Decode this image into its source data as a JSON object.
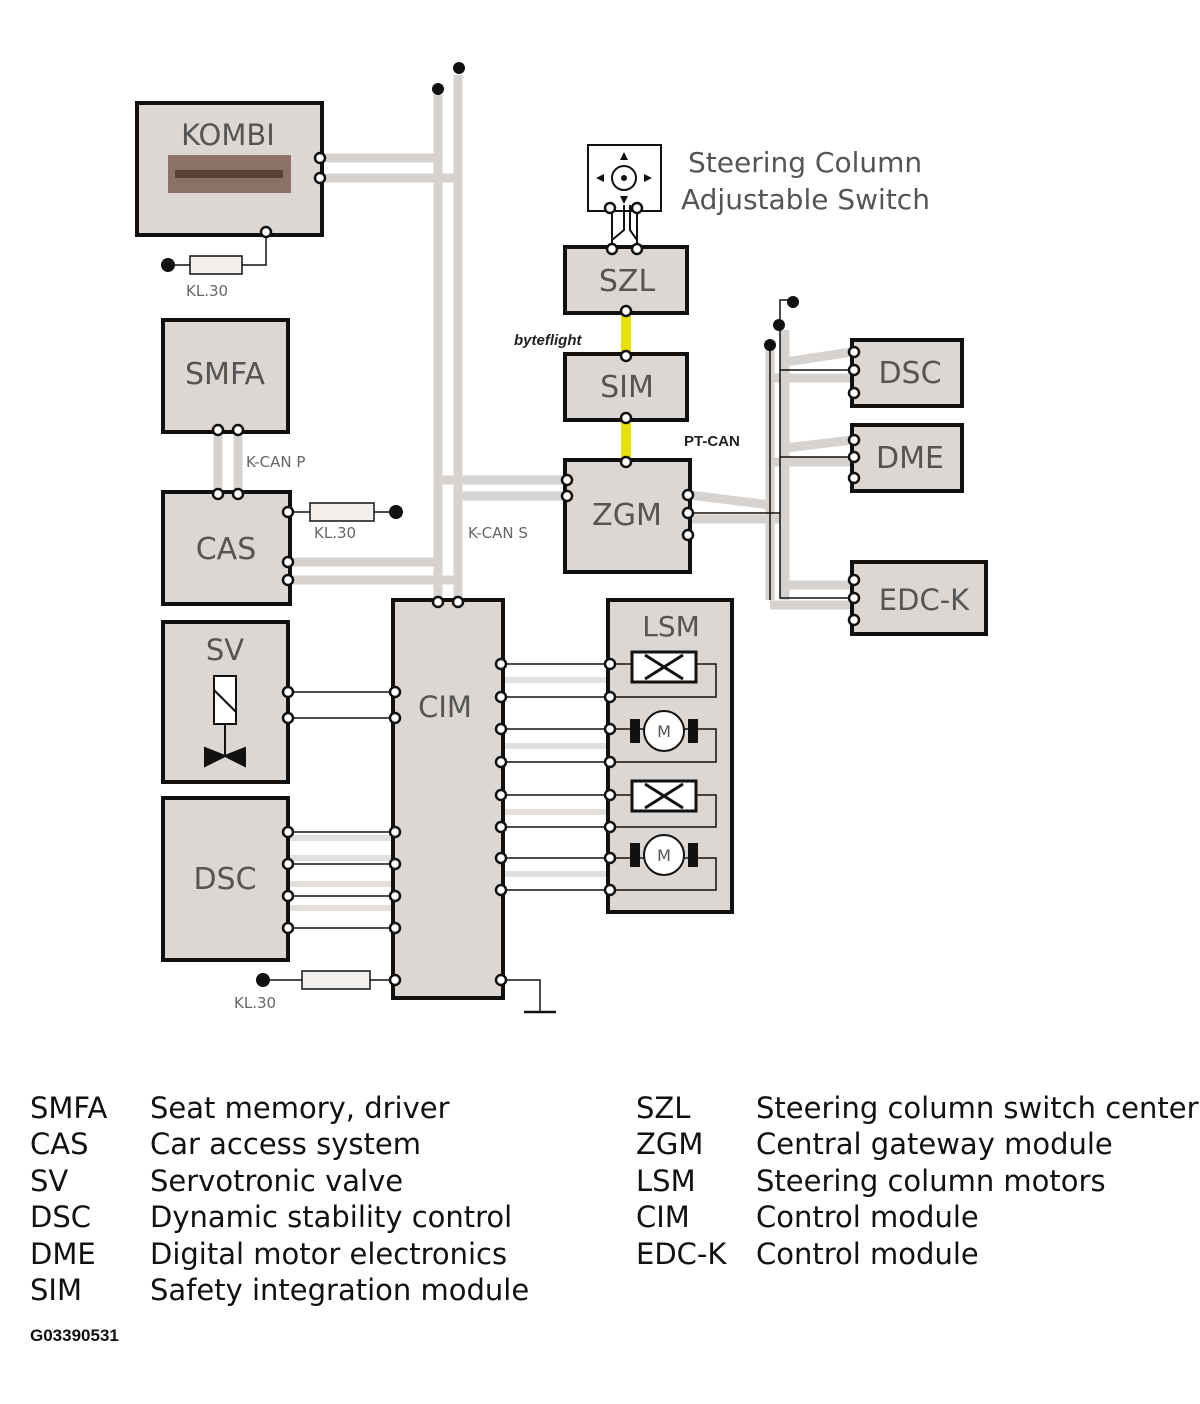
{
  "modules": {
    "kombi": "KOMBI",
    "smfa": "SMFA",
    "cas": "CAS",
    "sv": "SV",
    "dsc_left": "DSC",
    "cim": "CIM",
    "szl": "SZL",
    "sim": "SIM",
    "zgm": "ZGM",
    "lsm": "LSM",
    "dsc_right": "DSC",
    "dme": "DME",
    "edck": "EDC-K"
  },
  "switch_label": {
    "line1": "Steering Column",
    "line2": "Adjustable Switch"
  },
  "bus_labels": {
    "kcan_p": "K-CAN P",
    "kcan_s": "K-CAN S",
    "pt_can": "PT-CAN",
    "byteflight": "byteflight"
  },
  "terminal_labels": {
    "kombi": "KL.30",
    "cas": "KL.30",
    "cim": "KL.30"
  },
  "motor_symbol": "M",
  "legend": {
    "left": [
      {
        "abbr": "SMFA",
        "desc": "Seat memory, driver"
      },
      {
        "abbr": "CAS",
        "desc": "Car access system"
      },
      {
        "abbr": "SV",
        "desc": "Servotronic valve"
      },
      {
        "abbr": "DSC",
        "desc": "Dynamic stability control"
      },
      {
        "abbr": "DME",
        "desc": "Digital motor electronics"
      },
      {
        "abbr": "SIM",
        "desc": "Safety integration module"
      }
    ],
    "right": [
      {
        "abbr": "SZL",
        "desc": "Steering column switch center"
      },
      {
        "abbr": "ZGM",
        "desc": "Central gateway module"
      },
      {
        "abbr": "LSM",
        "desc": "Steering column motors"
      },
      {
        "abbr": "CIM",
        "desc": "Control module"
      },
      {
        "abbr": "EDC-K",
        "desc": "Control module"
      }
    ]
  },
  "figure_id": "G03390531",
  "colors": {
    "module_fill": "#dcd7d3",
    "bus": "#d6d2cf",
    "byteflight": "#e8e000",
    "outline": "#111111"
  }
}
